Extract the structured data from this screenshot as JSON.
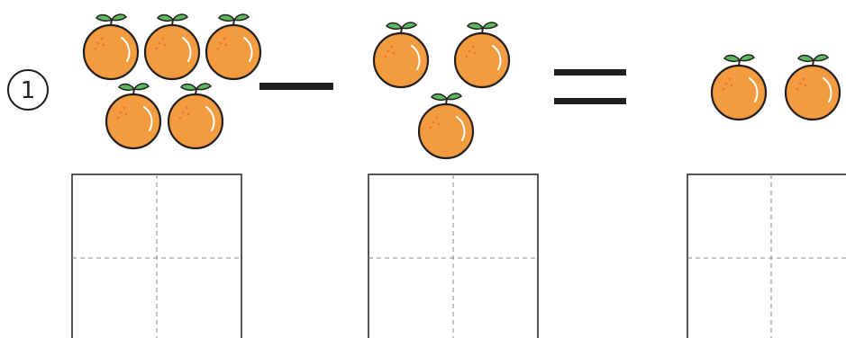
{
  "worksheet": {
    "problem_number": "1",
    "minuend_group": {
      "icon": "orange-icon",
      "count": 5
    },
    "operator_1": {
      "symbol": "minus",
      "icon": "minus-sign"
    },
    "subtrahend_group": {
      "icon": "orange-icon",
      "count": 3
    },
    "operator_2": {
      "symbol": "equals",
      "icon": "equals-sign"
    },
    "result_group": {
      "icon": "orange-icon",
      "count": 2
    },
    "answer_boxes": [
      {
        "name": "minuend-answer-box",
        "value": ""
      },
      {
        "name": "subtrahend-answer-box",
        "value": ""
      },
      {
        "name": "result-answer-box",
        "value": ""
      }
    ]
  },
  "colors": {
    "orange_fill": "#f39b3f",
    "orange_outline": "#231f20",
    "leaf_fill": "#5cb85c",
    "ink": "#231f20",
    "box_border": "#231f20",
    "guide_dash": "#888888"
  }
}
